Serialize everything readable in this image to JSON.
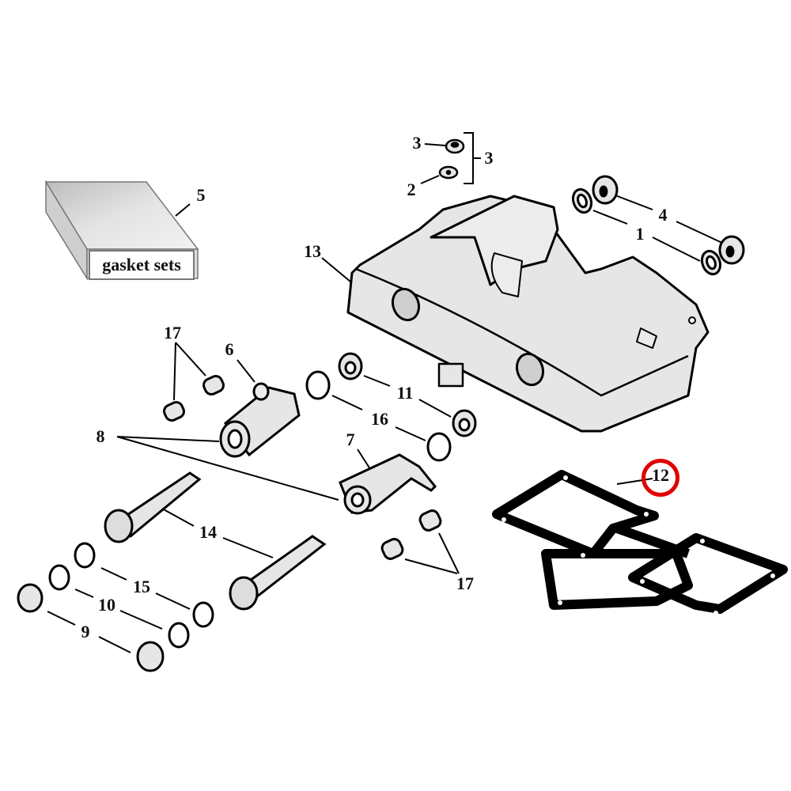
{
  "diagram": {
    "type": "exploded parts diagram",
    "subject": "rocker box / rocker cover assembly",
    "highlighted_part": "12",
    "highlight_color": "#e00000",
    "gasket_box_label": "gasket sets",
    "callouts": [
      {
        "id": "c1",
        "label": "1",
        "part": "washers (cover bolts)"
      },
      {
        "id": "c2",
        "label": "2",
        "part": "small washer"
      },
      {
        "id": "c3a",
        "label": "3",
        "part": "nut"
      },
      {
        "id": "c3b",
        "label": "3",
        "part": "nut + washer kit (bracket)"
      },
      {
        "id": "c4",
        "label": "4",
        "part": "acorn nuts"
      },
      {
        "id": "c5",
        "label": "5",
        "part": "gasket sets box"
      },
      {
        "id": "c6",
        "label": "6",
        "part": "rocker arm"
      },
      {
        "id": "c7",
        "label": "7",
        "part": "rocker arm"
      },
      {
        "id": "c8",
        "label": "8",
        "part": "rocker arm bushings"
      },
      {
        "id": "c9",
        "label": "9",
        "part": "end caps"
      },
      {
        "id": "c10",
        "label": "10",
        "part": "cap gaskets"
      },
      {
        "id": "c11",
        "label": "11",
        "part": "oil seals"
      },
      {
        "id": "c12",
        "label": "12",
        "part": "rocker cover gasket"
      },
      {
        "id": "c13",
        "label": "13",
        "part": "rocker box cover"
      },
      {
        "id": "c14",
        "label": "14",
        "part": "rocker shafts"
      },
      {
        "id": "c15",
        "label": "15",
        "part": "O-rings"
      },
      {
        "id": "c16",
        "label": "16",
        "part": "washers"
      },
      {
        "id": "c17a",
        "label": "17",
        "part": "bushings (upper left)"
      },
      {
        "id": "c17b",
        "label": "17",
        "part": "bushings (lower middle)"
      }
    ]
  },
  "colors": {
    "line": "#000000",
    "part_fill": "#e6e6e6",
    "box_fill_light": "#eeeeee",
    "box_fill_dark": "#c8c8c8",
    "highlight": "#e00000"
  }
}
